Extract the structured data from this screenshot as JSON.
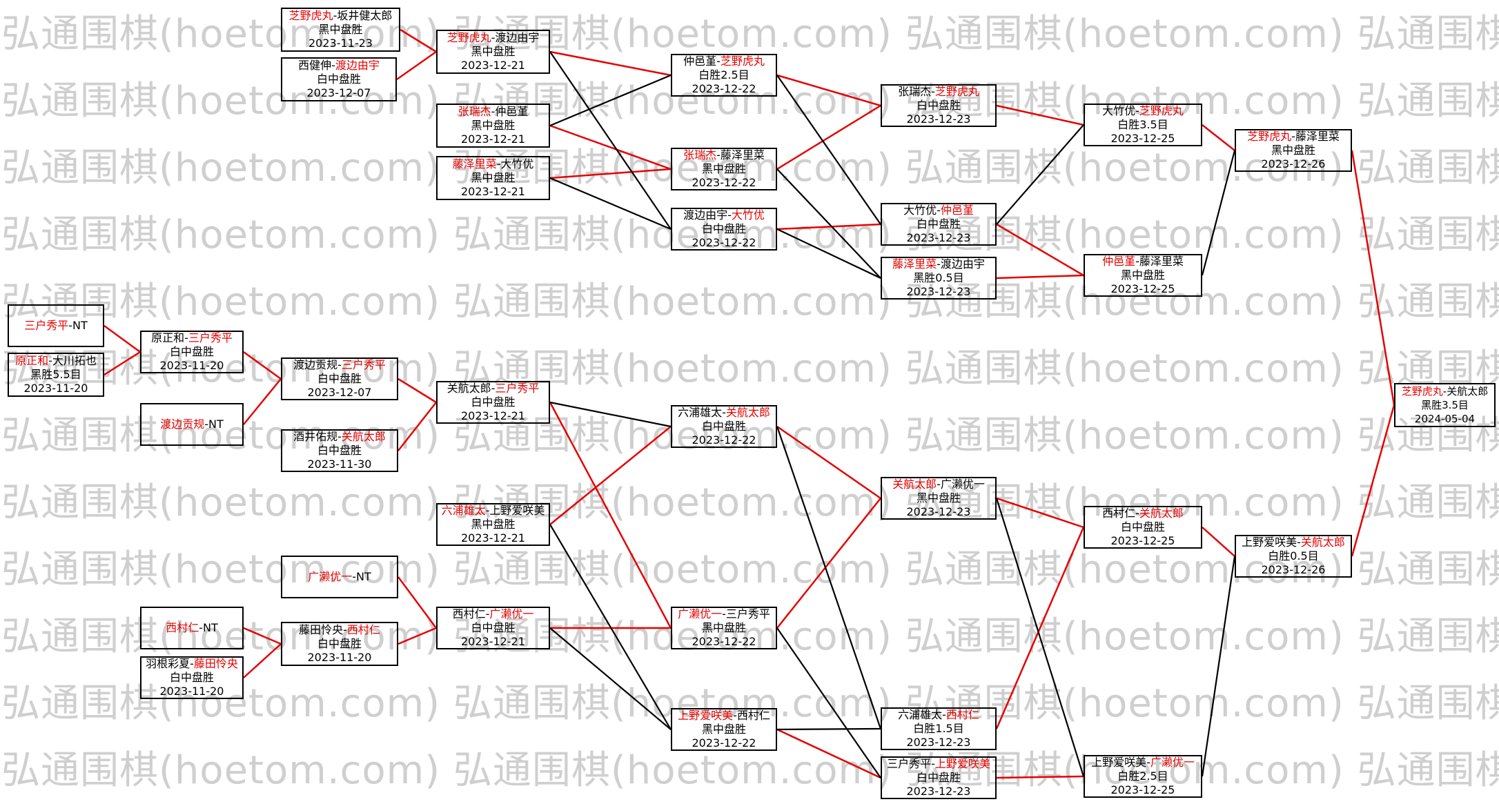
{
  "watermark": {
    "text": "弘通围棋(hoetom.com)"
  },
  "separator": "-",
  "colors": {
    "winner_text": "#e60000",
    "winner_line": "#e60000",
    "loser_line": "#000000",
    "border": "#000000",
    "watermark": "#cfcfcf",
    "background": "#ffffff"
  },
  "matches": [
    {
      "p1": "芝野虎丸",
      "p2": "坂井健太郎",
      "winner": "p1",
      "result": "黑中盘胜",
      "date": "2023-11-23"
    },
    {
      "p1": "西健伸",
      "p2": "渡边由宇",
      "winner": "p2",
      "result": "白中盘胜",
      "date": "2023-12-07"
    },
    {
      "p1": "芝野虎丸",
      "p2": "渡边由宇",
      "winner": "p1",
      "result": "黑中盘胜",
      "date": "2023-12-21"
    },
    {
      "p1": "张瑞杰",
      "p2": "仲邑堇",
      "winner": "p1",
      "result": "黑中盘胜",
      "date": "2023-12-21"
    },
    {
      "p1": "藤泽里菜",
      "p2": "大竹优",
      "winner": "p1",
      "result": "黑中盘胜",
      "date": "2023-12-21"
    },
    {
      "p1": "仲邑堇",
      "p2": "芝野虎丸",
      "winner": "p2",
      "result": "白胜2.5目",
      "date": "2023-12-22"
    },
    {
      "p1": "张瑞杰",
      "p2": "藤泽里菜",
      "winner": "p1",
      "result": "黑中盘胜",
      "date": "2023-12-22"
    },
    {
      "p1": "渡边由宇",
      "p2": "大竹优",
      "winner": "p2",
      "result": "白中盘胜",
      "date": "2023-12-22"
    },
    {
      "p1": "张瑞杰",
      "p2": "芝野虎丸",
      "winner": "p2",
      "result": "白中盘胜",
      "date": "2023-12-23"
    },
    {
      "p1": "大竹优",
      "p2": "仲邑堇",
      "winner": "p2",
      "result": "白中盘胜",
      "date": "2023-12-23"
    },
    {
      "p1": "藤泽里菜",
      "p2": "渡边由宇",
      "winner": "p1",
      "result": "黑胜0.5目",
      "date": "2023-12-23"
    },
    {
      "p1": "大竹优",
      "p2": "芝野虎丸",
      "winner": "p2",
      "result": "白胜3.5目",
      "date": "2023-12-25"
    },
    {
      "p1": "仲邑堇",
      "p2": "藤泽里菜",
      "winner": "p1",
      "result": "黑中盘胜",
      "date": "2023-12-25"
    },
    {
      "p1": "芝野虎丸",
      "p2": "藤泽里菜",
      "winner": "p1",
      "result": "黑中盘胜",
      "date": "2023-12-26"
    },
    {
      "p1": "三户秀平",
      "p2": "NT",
      "winner": "p1",
      "result": null,
      "date": null
    },
    {
      "p1": "原正和",
      "p2": "大川拓也",
      "winner": "p1",
      "result": "黑胜5.5目",
      "date": "2023-11-20"
    },
    {
      "p1": "原正和",
      "p2": "三户秀平",
      "winner": "p2",
      "result": "白中盘胜",
      "date": "2023-11-20"
    },
    {
      "p1": "渡边贡规",
      "p2": "NT",
      "winner": "p1",
      "result": null,
      "date": null
    },
    {
      "p1": "渡边贡规",
      "p2": "三户秀平",
      "winner": "p2",
      "result": "白中盘胜",
      "date": "2023-12-07"
    },
    {
      "p1": "酒井佑规",
      "p2": "关航太郎",
      "winner": "p2",
      "result": "白中盘胜",
      "date": "2023-11-30"
    },
    {
      "p1": "关航太郎",
      "p2": "三户秀平",
      "winner": "p2",
      "result": "白中盘胜",
      "date": "2023-12-21"
    },
    {
      "p1": "六浦雄太",
      "p2": "上野爱咲美",
      "winner": "p1",
      "result": "黑中盘胜",
      "date": "2023-12-21"
    },
    {
      "p1": "广濑优一",
      "p2": "NT",
      "winner": "p1",
      "result": null,
      "date": null
    },
    {
      "p1": "西村仁",
      "p2": "NT",
      "winner": "p1",
      "result": null,
      "date": null
    },
    {
      "p1": "藤田怜央",
      "p2": "西村仁",
      "winner": "p2",
      "result": "白中盘胜",
      "date": "2023-11-20"
    },
    {
      "p1": "羽根彩夏",
      "p2": "藤田怜央",
      "winner": "p2",
      "result": "白中盘胜",
      "date": "2023-11-20"
    },
    {
      "p1": "西村仁",
      "p2": "广濑优一",
      "winner": "p2",
      "result": "白中盘胜",
      "date": "2023-12-21"
    },
    {
      "p1": "六浦雄太",
      "p2": "关航太郎",
      "winner": "p2",
      "result": "白中盘胜",
      "date": "2023-12-22"
    },
    {
      "p1": "广濑优一",
      "p2": "三户秀平",
      "winner": "p1",
      "result": "黑中盘胜",
      "date": "2023-12-22"
    },
    {
      "p1": "上野爱咲美",
      "p2": "西村仁",
      "winner": "p1",
      "result": "黑中盘胜",
      "date": "2023-12-22"
    },
    {
      "p1": "关航太郎",
      "p2": "广濑优一",
      "winner": "p1",
      "result": "黑中盘胜",
      "date": "2023-12-23"
    },
    {
      "p1": "六浦雄太",
      "p2": "西村仁",
      "winner": "p2",
      "result": "白胜1.5目",
      "date": "2023-12-23"
    },
    {
      "p1": "三户秀平",
      "p2": "上野爱咲美",
      "winner": "p2",
      "result": "白中盘胜",
      "date": "2023-12-23"
    },
    {
      "p1": "西村仁",
      "p2": "关航太郎",
      "winner": "p2",
      "result": "白中盘胜",
      "date": "2023-12-25"
    },
    {
      "p1": "上野爱咲美",
      "p2": "广濑优一",
      "winner": "p2",
      "result": "白胜2.5目",
      "date": "2023-12-25"
    },
    {
      "p1": "上野爱咲美",
      "p2": "关航太郎",
      "winner": "p2",
      "result": "白胜0.5目",
      "date": "2023-12-26"
    },
    {
      "p1": "芝野虎丸",
      "p2": "关航太郎",
      "winner": "p1",
      "result": "黑胜3.5目",
      "date": "2024-05-04"
    }
  ]
}
